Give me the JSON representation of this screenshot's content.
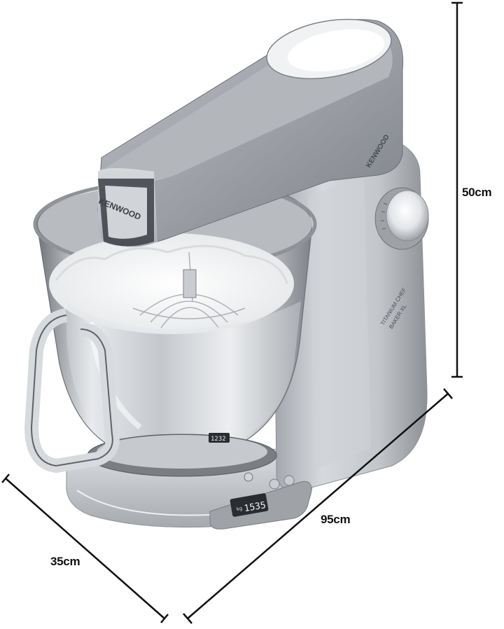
{
  "dimensions": {
    "height": "50cm",
    "depth": "35cm",
    "width": "95cm"
  },
  "product": {
    "brand_top": "KENWOOD",
    "brand_head": "KENWOOD",
    "model_line1": "TITANIUM CHEF",
    "model_line2": "BAKER XL",
    "scale_display": "1535",
    "scale_unit": "kg",
    "bowl_display": "1232"
  },
  "colors": {
    "background": "#ffffff",
    "body_silver": "#c8cbcf",
    "dimension_line": "#111111",
    "display_bg": "#2a2c30"
  }
}
